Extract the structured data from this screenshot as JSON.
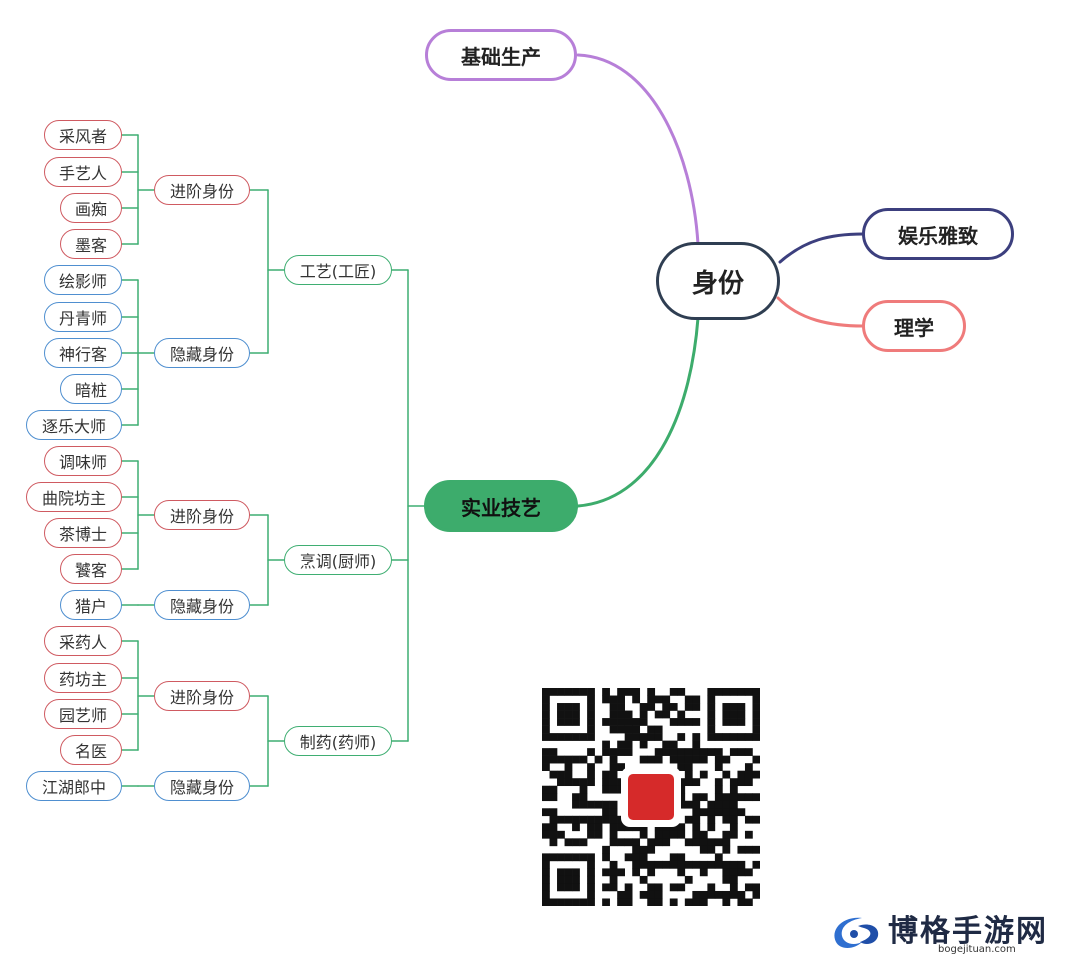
{
  "root": {
    "label": "身份"
  },
  "branches": {
    "basic": {
      "label": "基础生产",
      "color": "#b77fd8"
    },
    "ent": {
      "label": "娱乐雅致",
      "color": "#3c3f7e"
    },
    "sci": {
      "label": "理学",
      "color": "#ef7b7b"
    },
    "ind": {
      "label": "实业技艺",
      "color": "#3dac6c"
    }
  },
  "categories": [
    {
      "label": "工艺(工匠)",
      "advanced": {
        "label": "进阶身份",
        "items": [
          "采风者",
          "手艺人",
          "画痴",
          "墨客"
        ]
      },
      "hidden": {
        "label": "隐藏身份",
        "items": [
          "绘影师",
          "丹青师",
          "神行客",
          "暗桩",
          "逐乐大师"
        ]
      }
    },
    {
      "label": "烹调(厨师)",
      "advanced": {
        "label": "进阶身份",
        "items": [
          "调味师",
          "曲院坊主",
          "茶博士",
          "饕客"
        ]
      },
      "hidden": {
        "label": "隐藏身份",
        "items": [
          "猎户"
        ]
      }
    },
    {
      "label": "制药(药师)",
      "advanced": {
        "label": "进阶身份",
        "items": [
          "采药人",
          "药坊主",
          "园艺师",
          "名医"
        ]
      },
      "hidden": {
        "label": "隐藏身份",
        "items": [
          "江湖郎中"
        ]
      }
    }
  ],
  "brand": {
    "name": "博格手游网",
    "url": "bogejituan.com"
  },
  "colors": {
    "advanced": "#cf5a61",
    "hidden": "#4f8fd0",
    "category": "#3fae72",
    "root": "#2f3e52"
  }
}
